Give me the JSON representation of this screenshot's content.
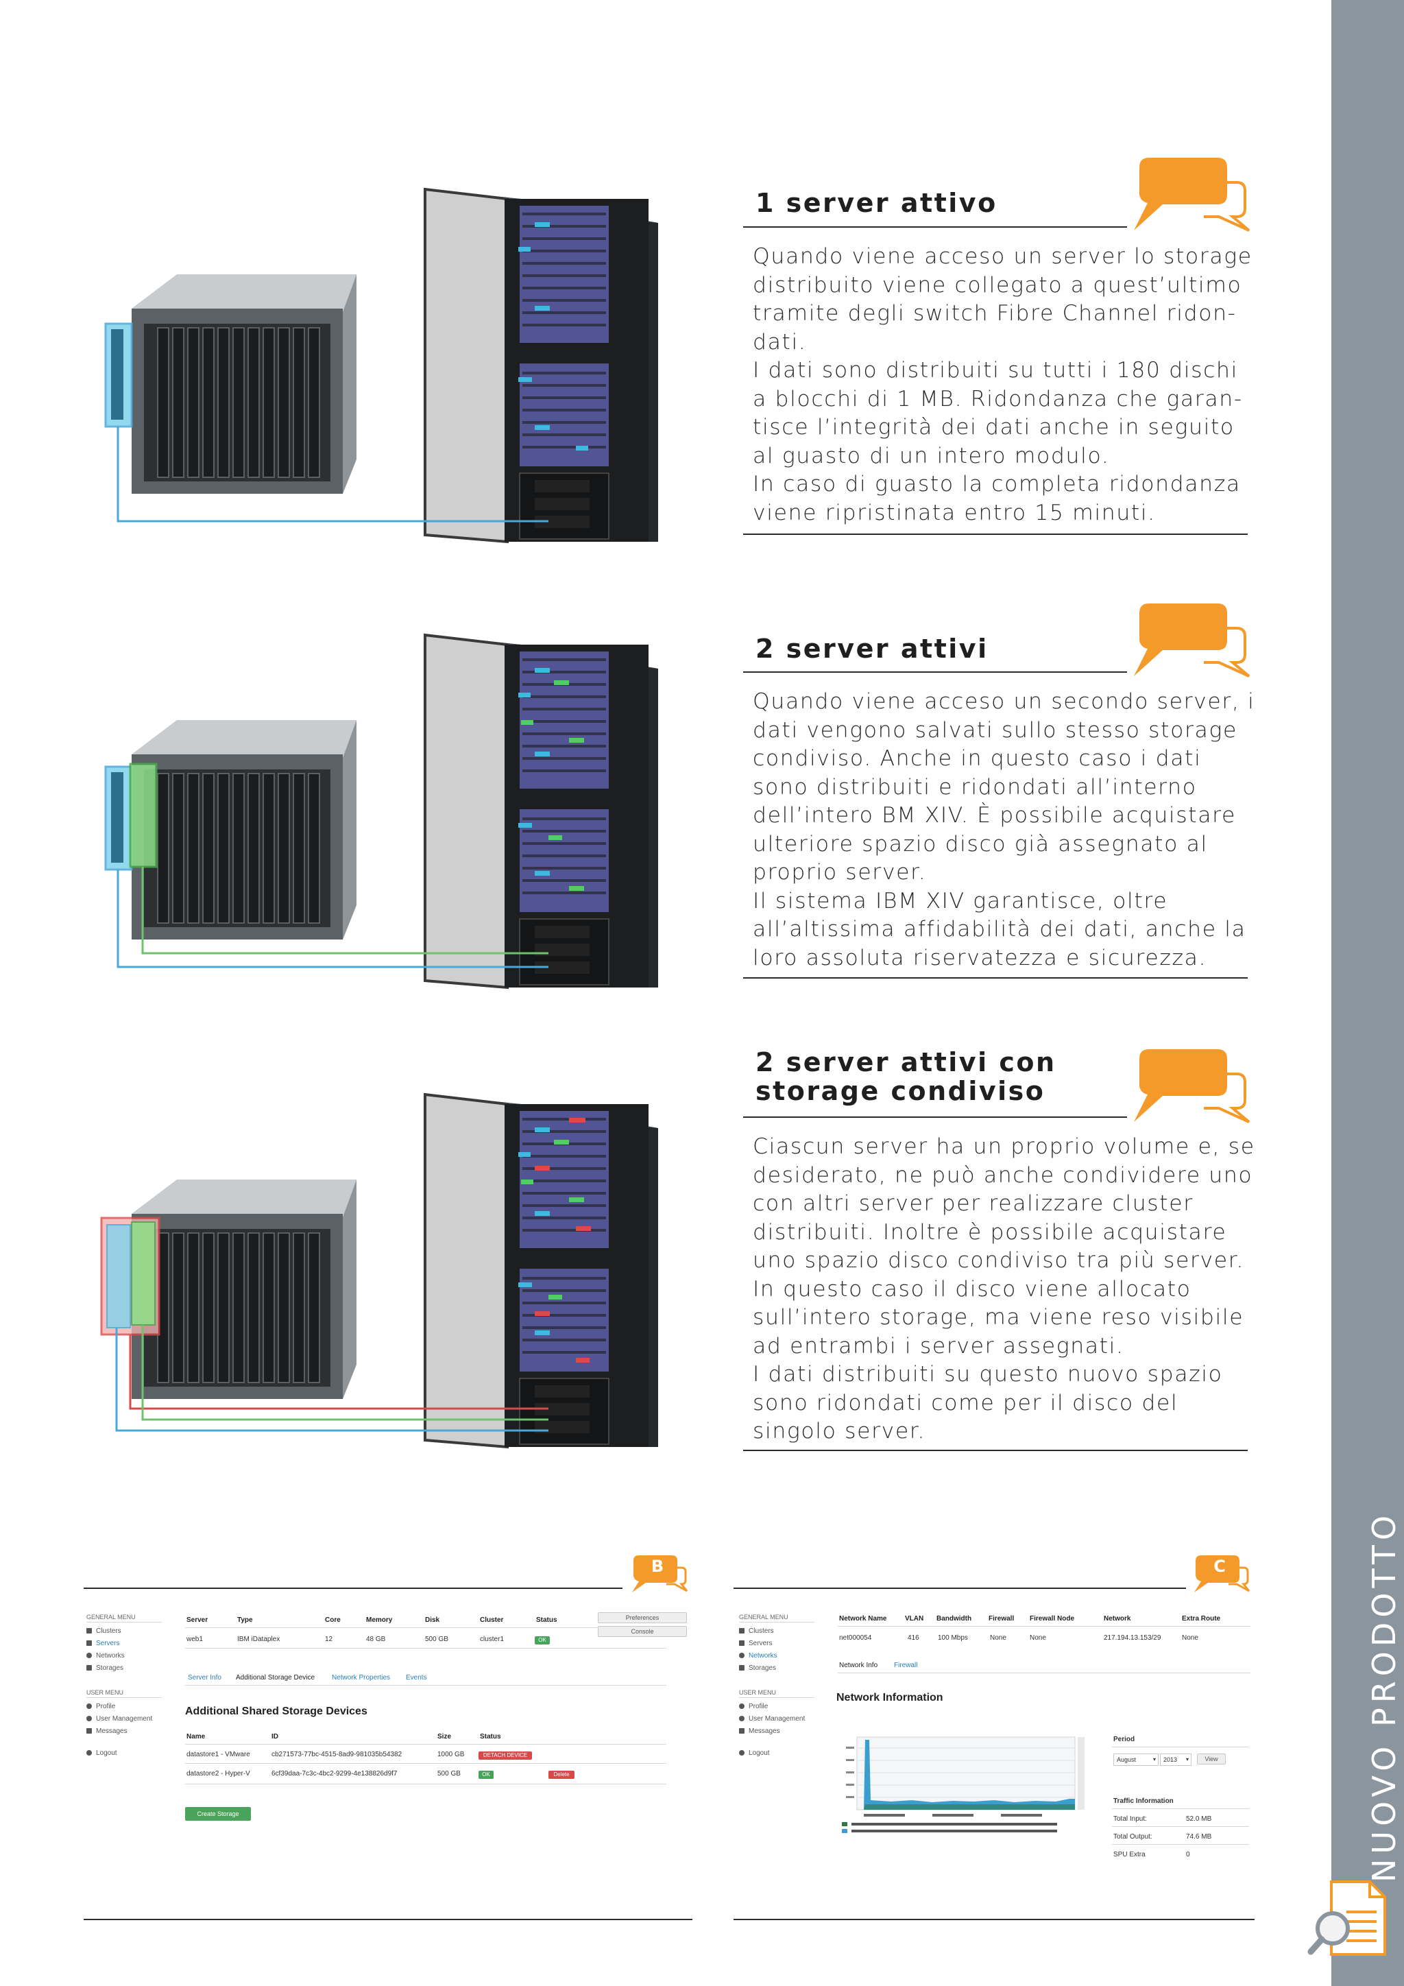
{
  "sidebar": {
    "label": "NUOVO PRODOTTO"
  },
  "sections": [
    {
      "title_lines": [
        "1 server attivo"
      ],
      "body_lines": [
        "Quando viene acceso un server lo storage",
        "distribuito viene collegato a quest’ultimo",
        "tramite degli switch Fibre Channel ridon-",
        "dati.",
        "I dati sono distribuiti su tutti i 180 dischi",
        "a blocchi di 1 MB. Ridondanza che garan-",
        "tisce l’integrità dei dati anche in seguito",
        "al guasto di un intero modulo.",
        "In caso di guasto la completa ridondanza",
        "viene ripristinata entro 15 minuti."
      ]
    },
    {
      "title_lines": [
        "2 server attivi"
      ],
      "body_lines": [
        "Quando viene acceso un secondo server, i",
        "dati vengono salvati sullo stesso storage",
        "condiviso. Anche in questo caso i dati",
        "sono distribuiti e ridondati all’interno",
        "dell’intero BM XIV. È possibile acquistare",
        "ulteriore spazio disco già assegnato al",
        "proprio server.",
        "Il sistema IBM XIV garantisce, oltre",
        "all’altissima affidabilità dei dati, anche la",
        "loro assoluta riservatezza e sicurezza."
      ]
    },
    {
      "title_lines": [
        "2 server attivi con",
        "storage condiviso"
      ],
      "body_lines": [
        "Ciascun server ha un proprio volume e, se",
        "desiderato, ne può anche condividere uno",
        "con altri server per realizzare cluster",
        "distribuiti. Inoltre è possibile acquistare",
        "uno spazio disco condiviso tra più server.",
        "In questo caso il disco viene allocato",
        "sull’intero storage, ma viene reso visibile",
        "ad entrambi i server assegnati.",
        "I dati distribuiti su questo nuovo spazio",
        "sono ridondati come per il disco del",
        "singolo server."
      ]
    }
  ],
  "panel_b": {
    "badge": "B",
    "menu": {
      "general_header": "GENERAL MENU",
      "general_items": [
        "Clusters",
        "Servers",
        "Networks",
        "Storages"
      ],
      "user_header": "USER MENU",
      "user_items": [
        "Profile",
        "User Management",
        "Messages"
      ],
      "logout": "Logout"
    },
    "server_table": {
      "headers": [
        "Server",
        "Type",
        "Core",
        "Memory",
        "Disk",
        "Cluster",
        "Status"
      ],
      "row": [
        "web1",
        "IBM iDataplex",
        "12",
        "48 GB",
        "500 GB",
        "cluster1"
      ],
      "status": "OK"
    },
    "buttons": {
      "preferences": "Preferences",
      "console": "Console",
      "delete": "Delete",
      "create_storage": "Create Storage"
    },
    "tabs": [
      "Server Info",
      "Additional Storage Device",
      "Network Properties",
      "Events"
    ],
    "heading": "Additional Shared Storage Devices",
    "storage_table": {
      "headers": [
        "Name",
        "ID",
        "Size",
        "Status"
      ],
      "rows": [
        {
          "name": "datastore1 - VMware",
          "id": "cb271573-77bc-4515-8ad9-981035b54382",
          "size": "1000 GB",
          "status": "DETACH DEVICE"
        },
        {
          "name": "datastore2 - Hyper-V",
          "id": "6cf39daa-7c3c-4bc2-9299-4e138826d9f7",
          "size": "500 GB",
          "status": "OK"
        }
      ]
    }
  },
  "panel_c": {
    "badge": "C",
    "menu": {
      "general_header": "GENERAL MENU",
      "general_items": [
        "Clusters",
        "Servers",
        "Networks",
        "Storages"
      ],
      "user_header": "USER MENU",
      "user_items": [
        "Profile",
        "User Management",
        "Messages"
      ],
      "logout": "Logout"
    },
    "network_table": {
      "headers": [
        "Network Name",
        "VLAN",
        "Bandwidth",
        "Firewall",
        "Firewall Node",
        "Network",
        "Extra Route"
      ],
      "row": [
        "net000054",
        "416",
        "100 Mbps",
        "None",
        "None",
        "217.194.13.153/29",
        "None"
      ]
    },
    "tabs": [
      "Network Info",
      "Firewall"
    ],
    "heading": "Network Information",
    "period": {
      "label": "Period",
      "month": "August",
      "year": "2013",
      "view": "View"
    },
    "traffic": {
      "header": "Traffic Information",
      "items": [
        {
          "label": "Total Input:",
          "value": "52.0 MB"
        },
        {
          "label": "Total Output:",
          "value": "74.6 MB"
        },
        {
          "label": "SPU Extra",
          "value": "0"
        }
      ]
    }
  },
  "colors": {
    "accent_orange": "#f39a2b",
    "sidebar_gray": "#8b959e",
    "link_blue": "#4aa8d8",
    "link_green": "#6cc36a",
    "link_red": "#d84a4a"
  }
}
